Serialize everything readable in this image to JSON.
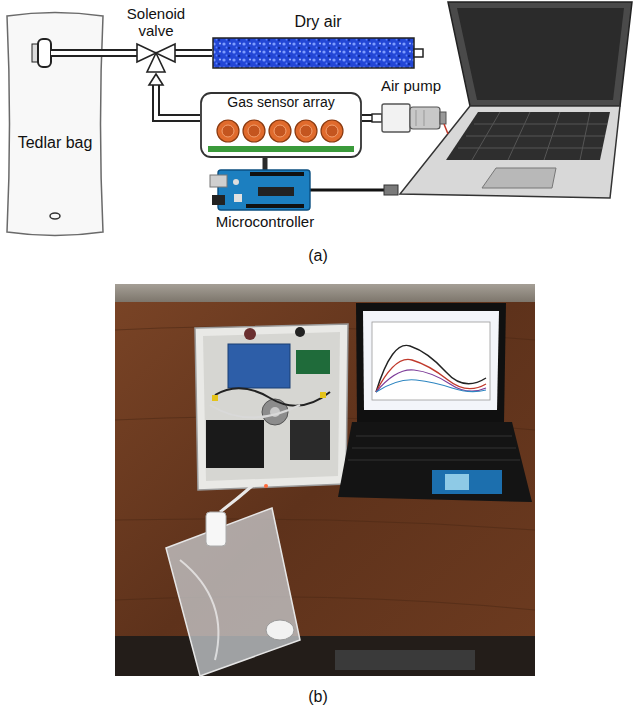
{
  "diagram": {
    "nodes": [
      {
        "text": [
          "Tedlar bag"
        ]
      },
      {
        "text": [
          "Solenoid valve"
        ]
      },
      {
        "text": [
          "Dry air"
        ]
      },
      {
        "text": [
          "Gas sensor array"
        ]
      },
      {
        "text": [
          "Air pump"
        ]
      },
      {
        "text": [
          "Microcontroller"
        ]
      }
    ],
    "edges": [
      {
        "from": 0,
        "to": 1,
        "arrow": "none"
      },
      {
        "from": 1,
        "to": 2,
        "arrow": "none"
      },
      {
        "from": 3,
        "to": 1,
        "arrow": "to"
      },
      {
        "from": 4,
        "to": 3,
        "arrow": "none"
      },
      {
        "from": 5,
        "to": 3,
        "arrow": "none"
      }
    ],
    "labels": [
      "(a)",
      "(b)"
    ]
  }
}
